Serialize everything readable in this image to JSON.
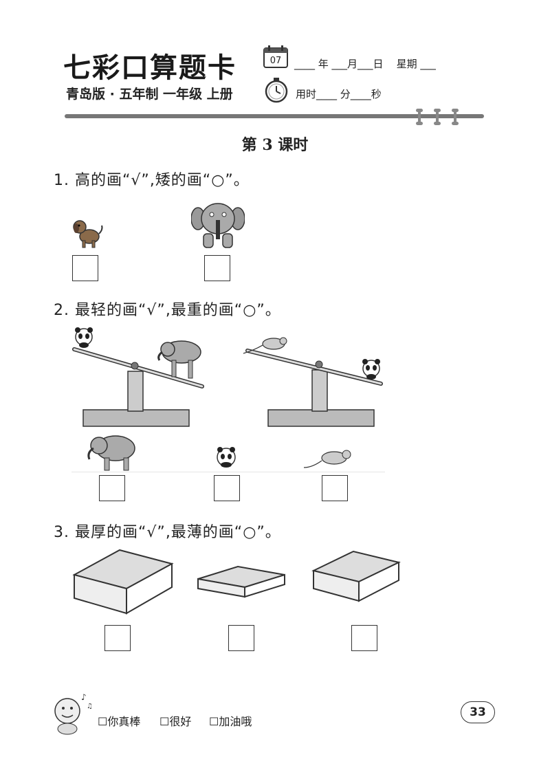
{
  "header": {
    "brand": "七彩口算题卡",
    "edition": "青岛版 · 五年制 一年级 上册",
    "calendar_day": "07",
    "date_line": "____ 年 ___月___日    星期 ___",
    "time_line": "用时____ 分____秒"
  },
  "lesson_title": "第 3 课时",
  "questions": [
    {
      "number": "1.",
      "text": "高的画“√”,矮的画“○”。",
      "items": [
        "dog",
        "elephant"
      ]
    },
    {
      "number": "2.",
      "text": "最轻的画“√”,最重的画“○”。",
      "items": [
        "elephant",
        "panda",
        "mouse"
      ]
    },
    {
      "number": "3.",
      "text": "最厚的画“√”,最薄的画“○”。",
      "items": [
        "thick-book",
        "thin-book",
        "medium-book"
      ]
    }
  ],
  "footer": {
    "options": [
      "你真棒",
      "很好",
      "加油哦"
    ],
    "page_number": "33"
  },
  "icons": [
    "calendar-icon",
    "clock-icon",
    "dog-icon",
    "elephant-icon",
    "panda-icon",
    "mouse-icon",
    "book-icon",
    "mascot-icon",
    "checkbox-icon"
  ]
}
